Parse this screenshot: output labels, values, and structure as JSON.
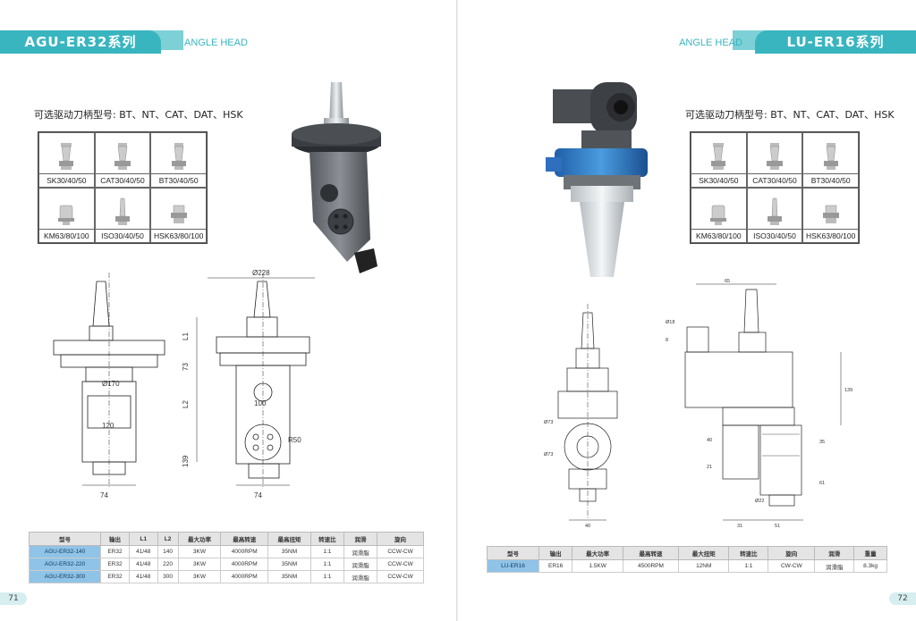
{
  "left": {
    "title": "AGU-ER32系列",
    "subtitle": "ANGLE HEAD",
    "options_label": "可选驱动刀柄型号: BT、NT、CAT、DAT、HSK",
    "holders": [
      "SK30/40/50",
      "CAT30/40/50",
      "BT30/40/50",
      "KM63/80/100",
      "ISO30/40/50",
      "HSK63/80/100"
    ],
    "dims": {
      "d228": "Ø228",
      "d170": "Ø170",
      "d100": "100",
      "d120": "120",
      "d74a": "74",
      "d74b": "74",
      "l1": "L1",
      "d73": "73",
      "l2": "L2",
      "d139": "139",
      "r50": "R50"
    },
    "table": {
      "headers": [
        "型号",
        "输出",
        "L1",
        "L2",
        "最大功率",
        "最高转速",
        "最高扭矩",
        "转速比",
        "润滑",
        "旋向"
      ],
      "rows": [
        [
          "AGU-ER32-140",
          "ER32",
          "41/48",
          "140",
          "3KW",
          "4000RPM",
          "35NM",
          "1:1",
          "润滑脂",
          "CCW-CW"
        ],
        [
          "AGU-ER32-220",
          "ER32",
          "41/48",
          "220",
          "3KW",
          "4000RPM",
          "35NM",
          "1:1",
          "润滑脂",
          "CCW-CW"
        ],
        [
          "AGU-ER32-300",
          "ER32",
          "41/48",
          "300",
          "3KW",
          "4000RPM",
          "35NM",
          "1:1",
          "润滑脂",
          "CCW-CW"
        ]
      ]
    },
    "page_number": "71"
  },
  "right": {
    "title": "LU-ER16系列",
    "subtitle": "ANGLE HEAD",
    "options_label": "可选驱动刀柄型号: BT、NT、CAT、DAT、HSK",
    "holders": [
      "SK30/40/50",
      "CAT30/40/50",
      "BT30/40/50",
      "KM63/80/100",
      "ISO30/40/50",
      "HSK63/80/100"
    ],
    "dims": {
      "d65": "65",
      "d18": "Ø18",
      "d8": "8",
      "d139": "139",
      "d73": "Ø73",
      "d73b": "Ø73",
      "d40": "40",
      "d21": "21",
      "d35": "35",
      "d61": "61",
      "d22": "Ø22",
      "d31": "31",
      "d51": "51",
      "d40b": "40"
    },
    "table": {
      "headers": [
        "型号",
        "输出",
        "最大功率",
        "最高转速",
        "最大扭矩",
        "转速比",
        "旋向",
        "润滑",
        "重量"
      ],
      "rows": [
        [
          "LU-ER16",
          "ER16",
          "1.5KW",
          "4500RPM",
          "12NM",
          "1:1",
          "CW-CW",
          "润滑脂",
          "8.3kg"
        ]
      ]
    },
    "page_number": "72"
  }
}
